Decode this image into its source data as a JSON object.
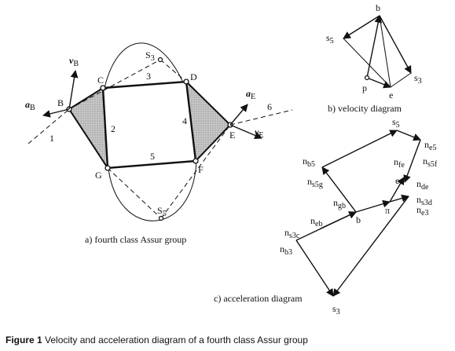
{
  "mechanism": {
    "points": [
      "B",
      "C",
      "D",
      "E",
      "F",
      "G"
    ],
    "links": [
      "1",
      "2",
      "3",
      "4",
      "5",
      "6"
    ],
    "s3": "S",
    "s3_sub": "3",
    "s5": "S",
    "s5_sub": "5",
    "vB": "v",
    "vB_sub": "B",
    "aB": "a",
    "aB_sub": "B",
    "aE": "a",
    "aE_sub": "E",
    "vE": "v",
    "vE_sub": "E",
    "caption": "a) fourth class Assur group"
  },
  "velocity": {
    "b": "b",
    "p": "p",
    "e": "e",
    "s5": "s",
    "s5_sub": "5",
    "s3": "s",
    "s3_sub": "3",
    "caption": "b) velocity diagram"
  },
  "acceleration": {
    "s5": "s",
    "s5_sub": "5",
    "ne5": "n",
    "ne5_sub": "e5",
    "nb5": "n",
    "nb5_sub": "b5",
    "nfe": "n",
    "nfe_sub": "fe",
    "ns5f": "n",
    "ns5f_sub": "s5f",
    "ns5g": "n",
    "ns5g_sub": "s5g",
    "e": "e",
    "nde": "n",
    "nde_sub": "de",
    "ngb": "n",
    "ngb_sub": "gb",
    "pi": "π",
    "ns3d": "n",
    "ns3d_sub": "s3d",
    "ne3": "n",
    "ne3_sub": "e3",
    "neb": "n",
    "neb_sub": "eb",
    "b": "b",
    "ns3c": "n",
    "ns3c_sub": "s3c",
    "nb3": "n",
    "nb3_sub": "b3",
    "s3": "s",
    "s3_sub": "3",
    "caption": "c) acceleration diagram"
  },
  "figure": {
    "label": "Figure 1",
    "text": " Velocity and acceleration diagram of a fourth class Assur group"
  }
}
